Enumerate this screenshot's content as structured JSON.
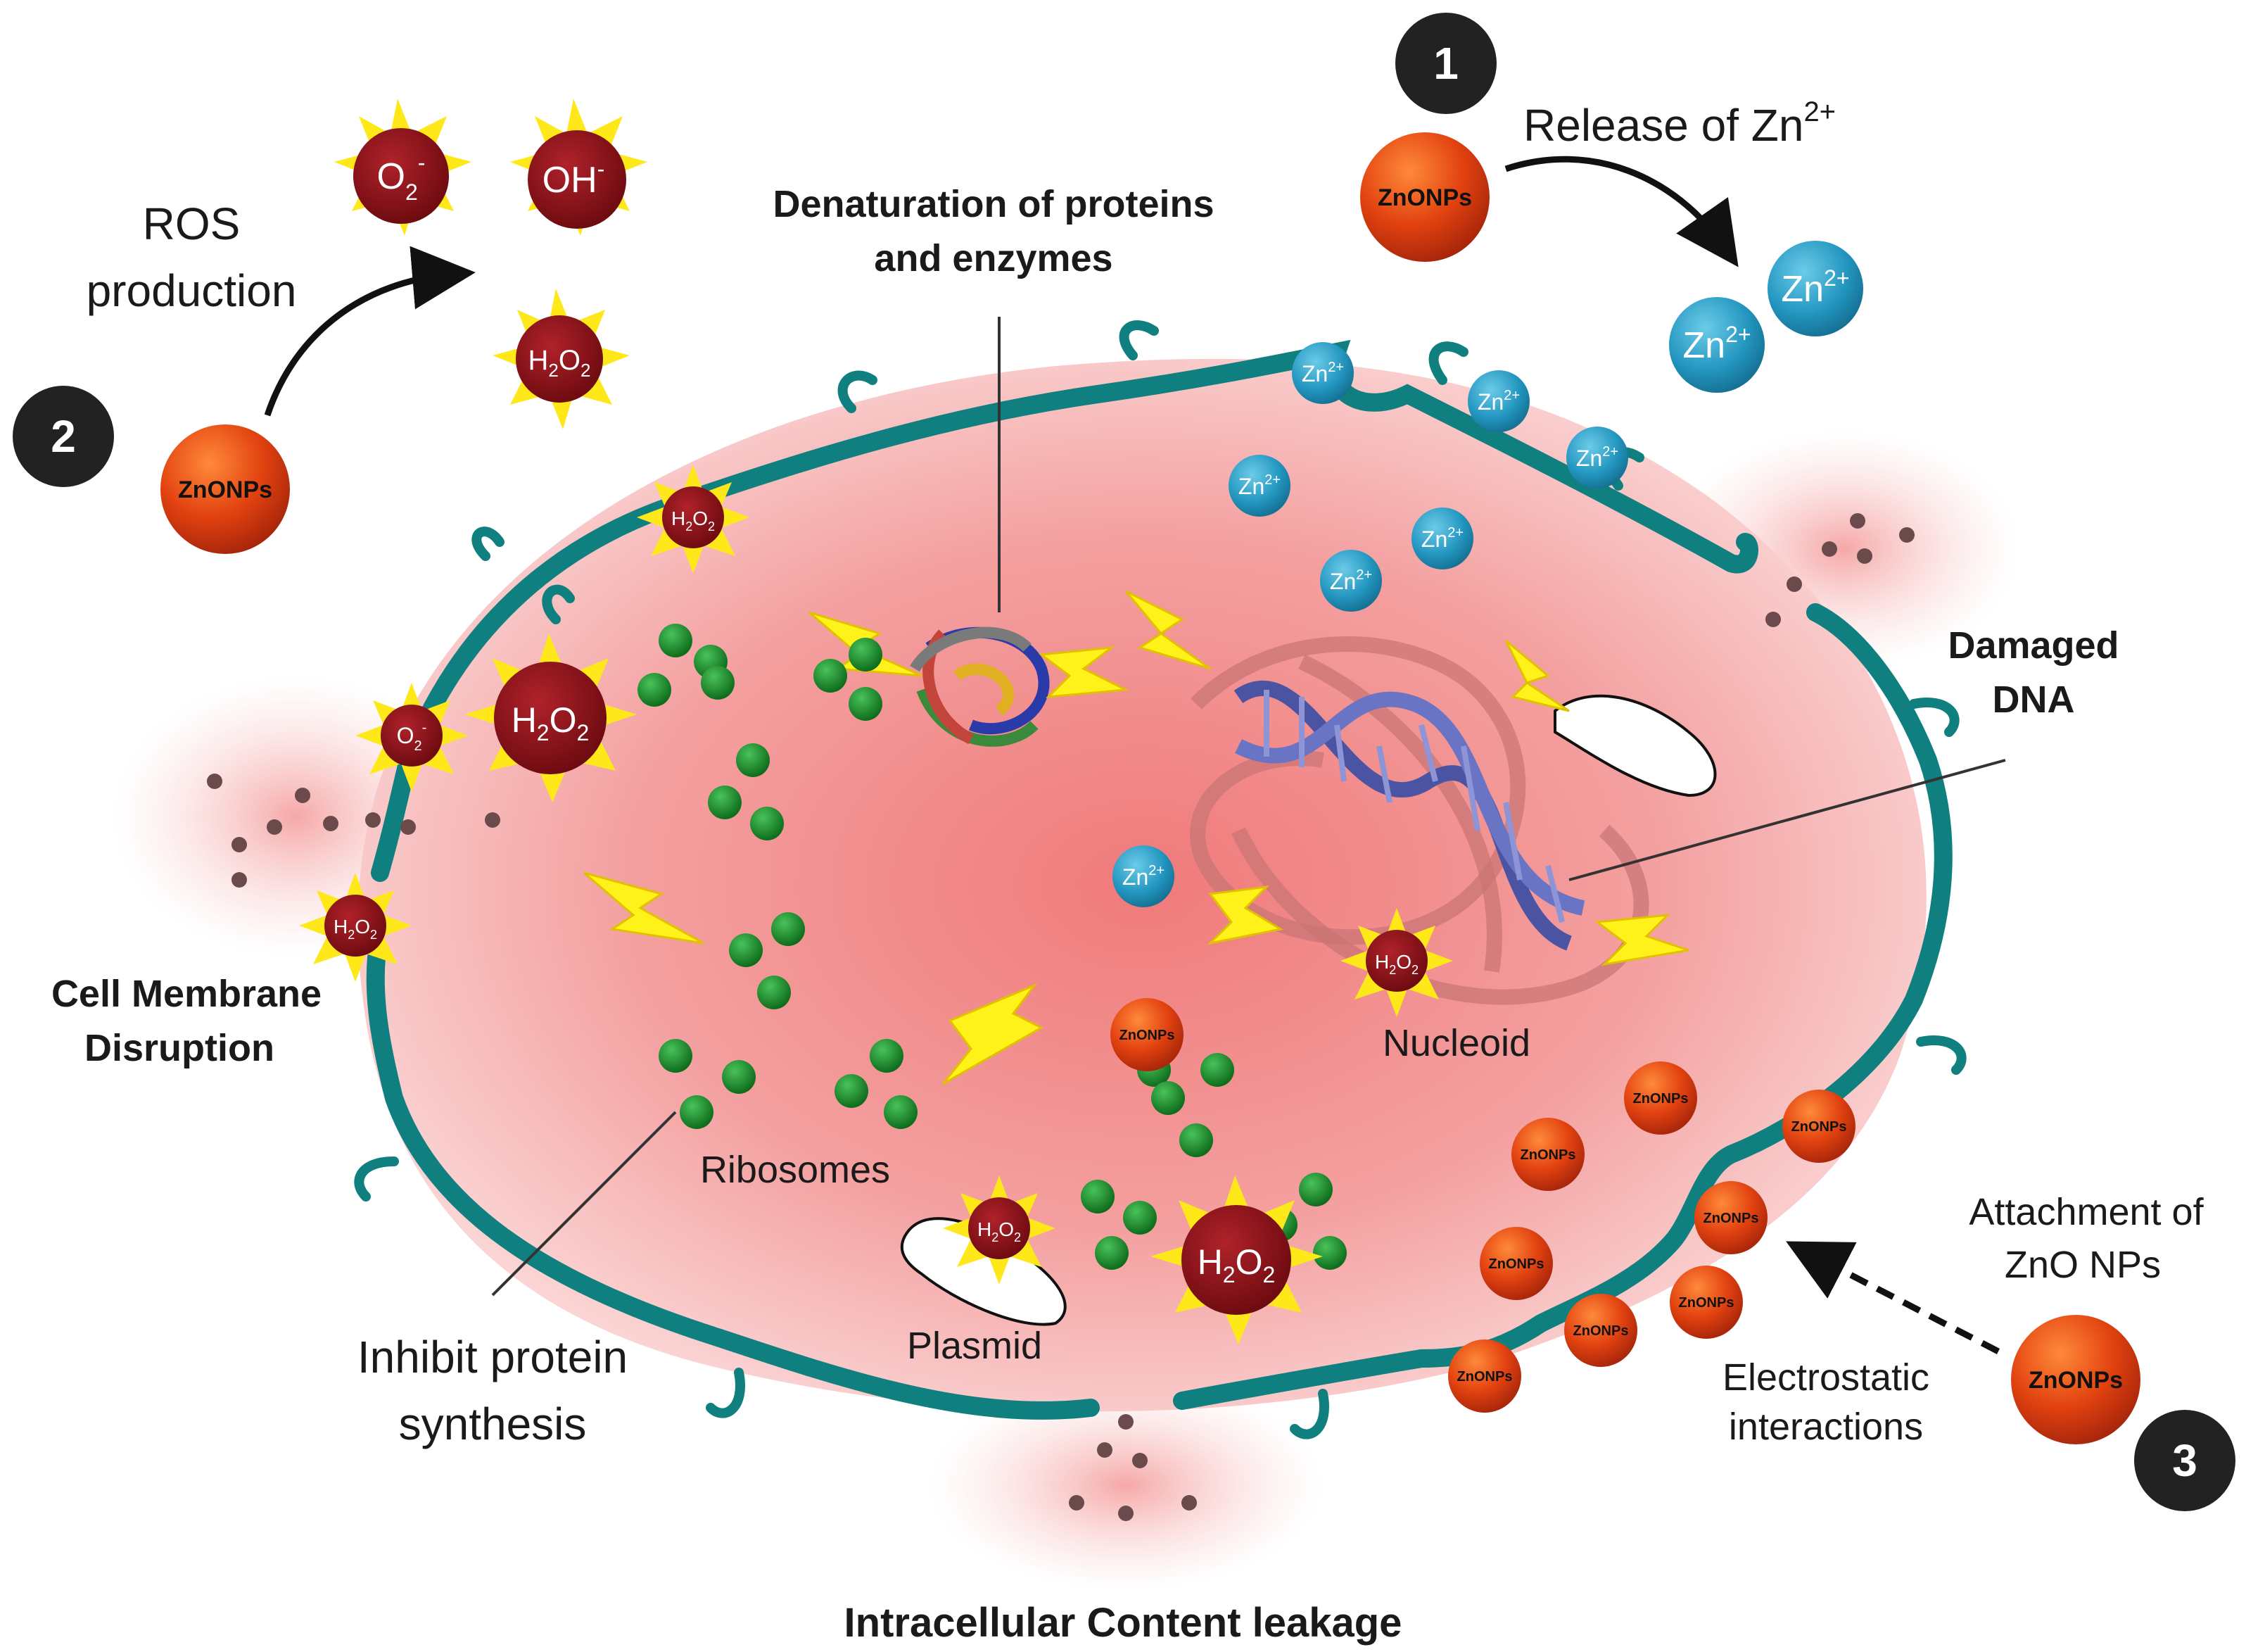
{
  "labels": {
    "release_zn": "Release of Zn",
    "release_zn_sup": "2+",
    "ros_line1": "ROS",
    "ros_line2": "production",
    "denat_line1": "Denaturation of proteins",
    "denat_line2": "and enzymes",
    "damaged_line1": "Damaged",
    "damaged_line2": "DNA",
    "membrane_line1": "Cell Membrane",
    "membrane_line2": "Disruption",
    "nucleoid": "Nucleoid",
    "ribosomes": "Ribosomes",
    "plasmid": "Plasmid",
    "inhibit_line1": "Inhibit protein",
    "inhibit_line2": "synthesis",
    "attach_line1": "Attachment of",
    "attach_line2": "ZnO NPs",
    "electro_line1": "Electrostatic",
    "electro_line2": "interactions",
    "leakage": "Intracellular Content leakage"
  },
  "badges": [
    "1",
    "2",
    "3"
  ],
  "nanoparticle_label": "ZnONPs",
  "ion": {
    "base": "Zn",
    "charge": "2+"
  },
  "ros": {
    "superoxide": {
      "base": "O",
      "sub": "2",
      "sup": "-"
    },
    "hydroxyl": {
      "base": "OH",
      "sup": "-"
    },
    "peroxide": {
      "base": "H",
      "sub1": "2",
      "mid": "O",
      "sub2": "2"
    }
  },
  "colors": {
    "membrane": "#0f7f7f",
    "cytoplasm": "#f4a7a7",
    "nanoparticle": "#d93a10",
    "ros_core": "#8b0f14",
    "ros_burst": "#ffe81a",
    "ion": "#1f8fb8",
    "ribosome": "#1a8a2a",
    "dna": "#5059a8",
    "badge": "#222222"
  }
}
